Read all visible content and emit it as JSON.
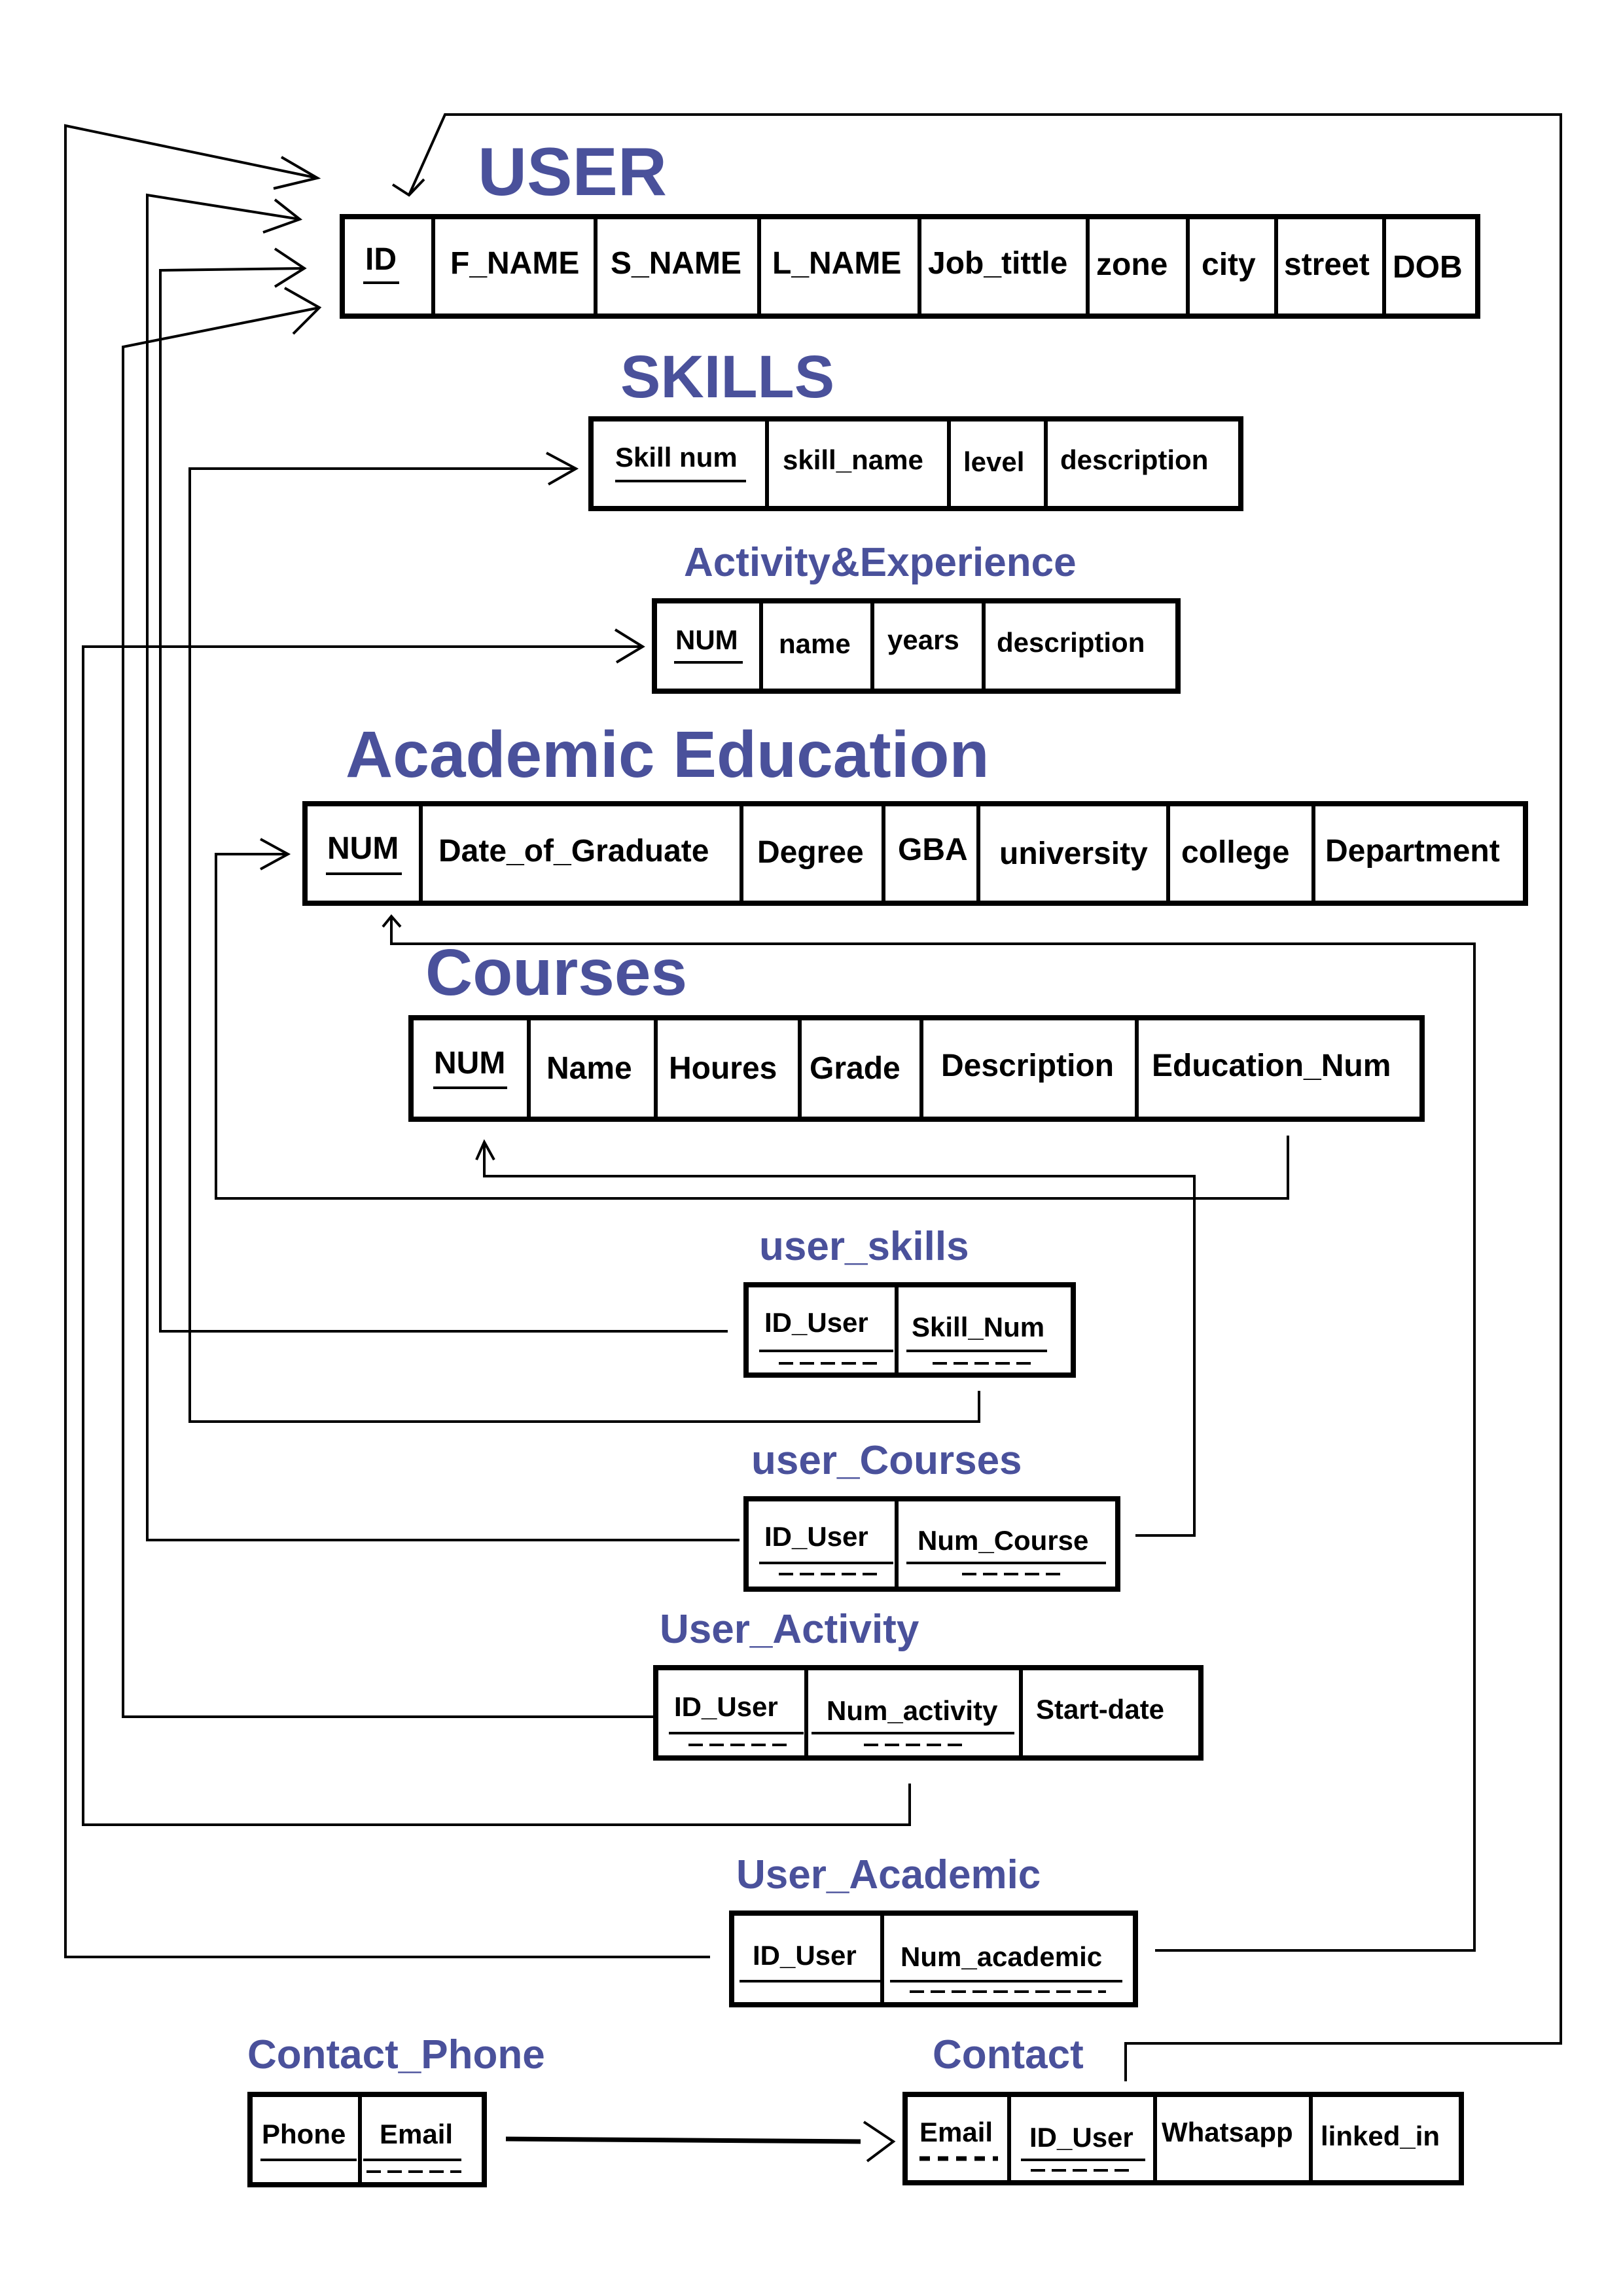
{
  "tables": [
    {
      "id": "user",
      "title": "USER",
      "fields": [
        "ID",
        "F_NAME",
        "S_NAME",
        "L_NAME",
        "Job_tittle",
        "zone",
        "city",
        "street",
        "DOB"
      ]
    },
    {
      "id": "skills",
      "title": "SKILLS",
      "fields": [
        "Skill num",
        "skill_name",
        "level",
        "description"
      ]
    },
    {
      "id": "activity",
      "title": "Activity&Experience",
      "fields": [
        "NUM",
        "name",
        "years",
        "description"
      ]
    },
    {
      "id": "academic",
      "title": "Academic Education",
      "fields": [
        "NUM",
        "Date_of_Graduate",
        "Degree",
        "GBA",
        "university",
        "college",
        "Department"
      ]
    },
    {
      "id": "courses",
      "title": "Courses",
      "fields": [
        "NUM",
        "Name",
        "Houres",
        "Grade",
        "Description",
        "Education_Num"
      ]
    },
    {
      "id": "user_skills",
      "title": "user_skills",
      "fields": [
        "ID_User",
        "Skill_Num"
      ]
    },
    {
      "id": "user_courses",
      "title": "user_Courses",
      "fields": [
        "ID_User",
        "Num_Course"
      ]
    },
    {
      "id": "user_activity",
      "title": "User_Activity",
      "fields": [
        "ID_User",
        "Num_activity",
        "Start-date"
      ]
    },
    {
      "id": "user_academic",
      "title": "User_Academic",
      "fields": [
        "ID_User",
        "Num_academic"
      ]
    },
    {
      "id": "contact_phone",
      "title": "Contact_Phone",
      "fields": [
        "Phone",
        "Email"
      ]
    },
    {
      "id": "contact",
      "title": "Contact",
      "fields": [
        "Email",
        "ID_User",
        "Whatsapp",
        "linked_in"
      ]
    }
  ],
  "colors": {
    "title": "#4a519b",
    "line": "#000000",
    "background": "#ffffff"
  }
}
